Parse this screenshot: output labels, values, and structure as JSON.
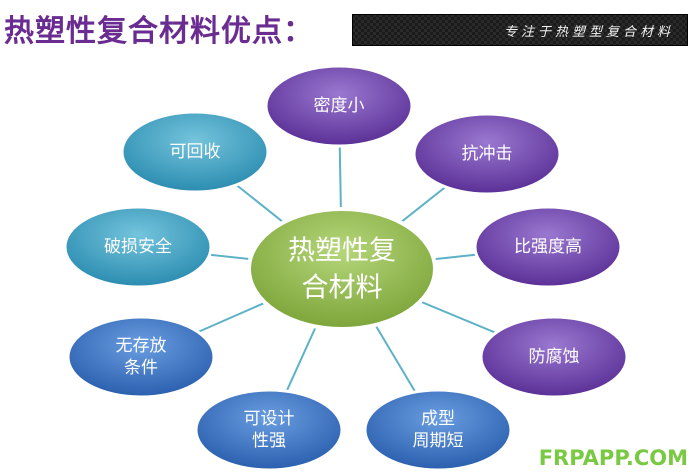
{
  "title": "热塑性复合材料优点：",
  "banner_text": "专注于热塑型复合材料",
  "watermark": "FRPAPP.COM",
  "colors": {
    "title": "#6a2c91",
    "connector": "#5cb2c6",
    "center": "#8fb849",
    "teal": "#3ca3c4",
    "blue": "#2f6fbe",
    "purple": "#6a3fa8",
    "watermark": "#7ac943"
  },
  "center": {
    "lines": [
      "热塑性复",
      "合材料"
    ]
  },
  "nodes": [
    {
      "lines": [
        "密度小"
      ],
      "color": "purple"
    },
    {
      "lines": [
        "抗冲击"
      ],
      "color": "purple"
    },
    {
      "lines": [
        "比强度高"
      ],
      "color": "purple"
    },
    {
      "lines": [
        "防腐蚀"
      ],
      "color": "purple"
    },
    {
      "lines": [
        "成型",
        "周期短"
      ],
      "color": "blue"
    },
    {
      "lines": [
        "可设计",
        "性强"
      ],
      "color": "blue"
    },
    {
      "lines": [
        "无存放",
        "条件"
      ],
      "color": "blue"
    },
    {
      "lines": [
        "破损安全"
      ],
      "color": "teal"
    },
    {
      "lines": [
        "可回收"
      ],
      "color": "teal"
    }
  ]
}
